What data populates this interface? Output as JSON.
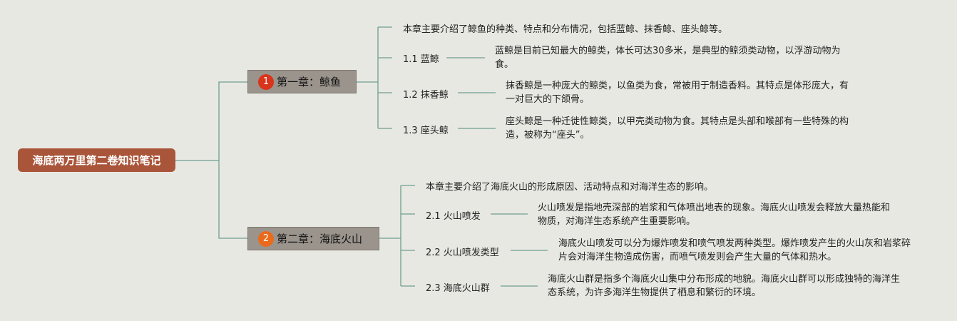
{
  "root": {
    "label": "海底两万里第二卷知识笔记"
  },
  "colors": {
    "root": "#a9553a",
    "chapter": "#9a948c",
    "line": "#6f9e90",
    "badge1": "#d9341c",
    "badge2": "#ea6a1b"
  },
  "chapters": [
    {
      "badge": "1",
      "title": "第一章：鲸鱼",
      "summary": "本章主要介绍了鲸鱼的种类、特点和分布情况，包括蓝鲸、抹香鲸、座头鲸等。",
      "items": [
        {
          "label": "1.1 蓝鲸",
          "desc": "蓝鲸是目前已知最大的鲸类，体长可达30多米，是典型的鲸须类动物，以浮游动物为食。"
        },
        {
          "label": "1.2 抹香鲸",
          "desc": "抹香鲸是一种庞大的鲸类，以鱼类为食，常被用于制造香料。其特点是体形庞大，有一对巨大的下颌骨。"
        },
        {
          "label": "1.3 座头鲸",
          "desc": "座头鲸是一种迁徙性鲸类，以甲壳类动物为食。其特点是头部和喉部有一些特殊的构造，被称为“座头”。"
        }
      ]
    },
    {
      "badge": "2",
      "title": "第二章：海底火山",
      "summary": "本章主要介绍了海底火山的形成原因、活动特点和对海洋生态的影响。",
      "items": [
        {
          "label": "2.1 火山喷发",
          "desc": "火山喷发是指地壳深部的岩浆和气体喷出地表的现象。海底火山喷发会释放大量热能和物质，对海洋生态系统产生重要影响。"
        },
        {
          "label": "2.2 火山喷发类型",
          "desc": "海底火山喷发可以分为爆炸喷发和喷气喷发两种类型。爆炸喷发产生的火山灰和岩浆碎片会对海洋生物造成伤害，而喷气喷发则会产生大量的气体和热水。"
        },
        {
          "label": "2.3 海底火山群",
          "desc": "海底火山群是指多个海底火山集中分布形成的地貌。海底火山群可以形成独特的海洋生态系统，为许多海洋生物提供了栖息和繁衍的环境。"
        }
      ]
    }
  ]
}
